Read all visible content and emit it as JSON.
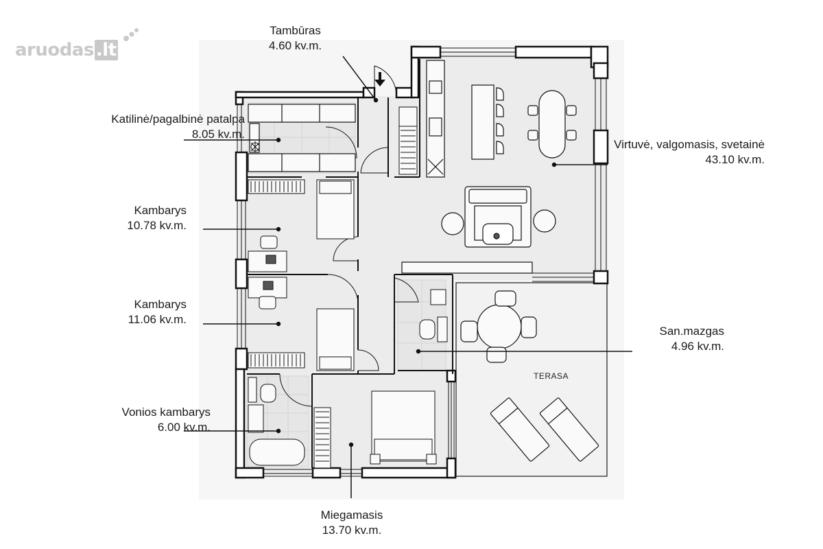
{
  "watermark": {
    "text": "aruodas",
    "suffix": ".lt"
  },
  "rooms": {
    "tamburas": {
      "name": "Tambūras",
      "area": "4.60 kv.m."
    },
    "katiline": {
      "name": "Katilinė/pagalbinė patalpa",
      "area": "8.05 kv.m."
    },
    "virtuve": {
      "name": "Virtuvė, valgomasis, svetainė",
      "area": "43.10 kv.m."
    },
    "kambarys1": {
      "name": "Kambarys",
      "area": "10.78 kv.m."
    },
    "kambarys2": {
      "name": "Kambarys",
      "area": "11.06 kv.m."
    },
    "sanmazgas": {
      "name": "San.mazgas",
      "area": "4.96 kv.m."
    },
    "vonios": {
      "name": "Vonios kambarys",
      "area": "6.00 kv.m."
    },
    "miegamasis": {
      "name": "Miegamasis",
      "area": "13.70 kv.m."
    }
  },
  "terrace_label": "TERASA",
  "colors": {
    "wall": "#111111",
    "floor": "#f3f3f3",
    "tile": "#e9e9e9",
    "line": "#1a1a1a",
    "watermark": "#c9c9c9"
  }
}
